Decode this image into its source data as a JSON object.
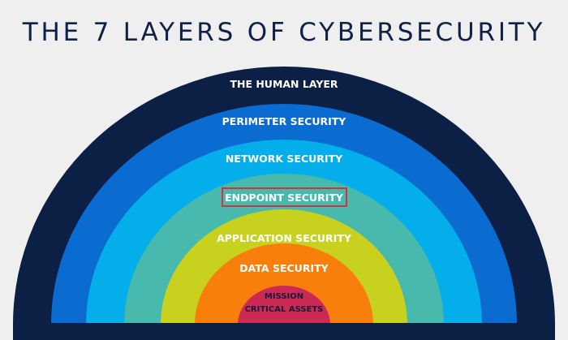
{
  "title": "THE 7 LAYERS OF CYBERSECURITY",
  "layers": [
    {
      "label": "THE HUMAN LAYER",
      "color": "#0c1f45"
    },
    {
      "label": "PERIMETER SECURITY",
      "color": "#0a6bd0"
    },
    {
      "label": "NETWORK SECURITY",
      "color": "#03aeea"
    },
    {
      "label": "ENDPOINT SECURITY",
      "color": "#47b9ad",
      "highlighted": true,
      "highlight_color": "#d8303c"
    },
    {
      "label": "APPLICATION SECURITY",
      "color": "#c8d11e"
    },
    {
      "label": "DATA SECURITY",
      "color": "#f97f0c"
    },
    {
      "label_line1": "MISSION",
      "label_line2": "CRITICAL ASSETS",
      "color": "#cc2a55",
      "label_color": "#141a3a"
    }
  ]
}
